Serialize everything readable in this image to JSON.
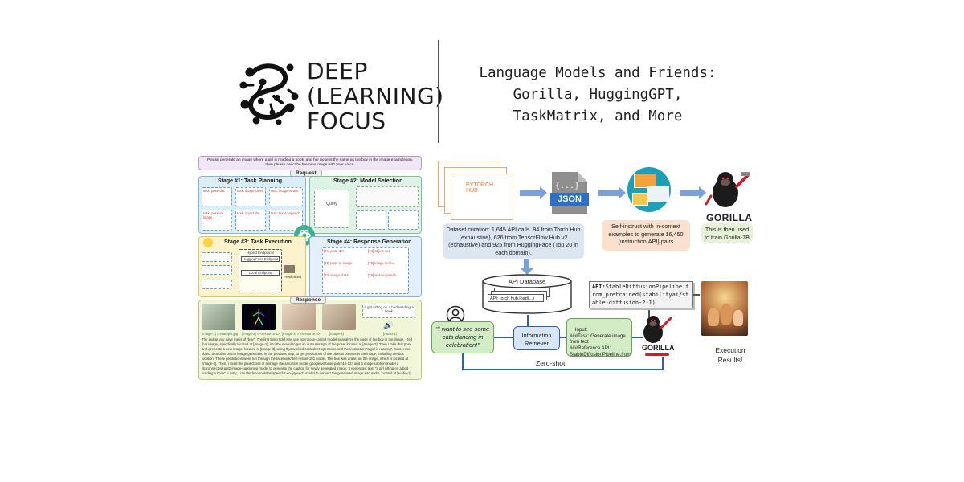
{
  "brand": {
    "line1": "DEEP",
    "line2": "(LEARNING)",
    "line3": "FOCUS"
  },
  "title": {
    "line1": "Language Models and Friends:",
    "line2": "Gorilla, HuggingGPT,",
    "line3": "TaskMatrix, and More"
  },
  "hugginggpt": {
    "prompt": "Please generate an image where a girl is reading a book, and her pose is the same as the boy in the image example.jpg, then please describe the new image with your voice.",
    "request_label": "Request",
    "stage1": "Stage #1: Task Planning",
    "stage2": "Stage #2: Model Selection",
    "stage3": "Stage #3: Task Execution",
    "stage4": "Stage #4: Response Generation",
    "response_label": "Response",
    "t1": "task: pose-det.",
    "t2": "task: image-class.",
    "t3": "task: image-to-text",
    "t4": "task: pose-to-image",
    "t5": "task: object-det.",
    "t6": "task: text-to-speech",
    "query": "Query",
    "hybrid": "Hybrid Endpoints",
    "hf_endpoint": "HuggingFace Endpoint",
    "local_endpoint": "Local Endpoint",
    "predictions": "Predictions",
    "r1": "[T1] pose-det.",
    "r2": "[T2] pose-to-image",
    "r3": "[T3] image-class.",
    "r4": "[T4] object-det.",
    "r5": "[T5] image-to-text",
    "r6": "[T6] text-to-speech",
    "img_captions": [
      "[Image-1] = example.jpg",
      "[Image-2] = <resource-1>",
      "[Image-3] = <resource-2>",
      "[Image-4]",
      "[Audio-1]"
    ],
    "speech": "a girl sitting on a bed reading a book",
    "response_text": "The image you gave me is of \"boy\". The first thing I did was use openpose-control model to analyze the pose of the boy in the image. I fed that image, specifically located at [Image-1], into the model to get an output image of the pose, located at [Image-2]. Then I take that pose and generate a new image, located at [Image-3], using lllyasviel/sd-controlnet-openpose and the instruction \"a girl is reading\". Next, I ran object detection on the image generated in the previous step, to get predictions of the objects present in the image, including the box location. These predictions were run through the facebook/detr-resnet-101 model. The box was drawn on the image, which is located at [Image-4]. Then, I used the predictions of a image classification model google/vit-base-patch16-224 and a image caption model a nlpconnect/vit-gpt2-image-captioning model to generate the caption for newly generated image. It generated text: \"a girl sitting on a bed reading a book\". Lastly, I ran the facebook/fastspeech2-en-ljspeech model to convert the generated image into audio, located at [Audio-1]."
  },
  "gorilla": {
    "doc_hub1": "PYTORCH",
    "doc_hub2": "HUB",
    "json_label": "JSON",
    "gorilla_label": "GORILLA",
    "gorilla_label2": "GORILLA",
    "curation": "Dataset curation: 1,645 API calls. 94 from Torch Hub (exhaustive), 626 from TensorFlow Hub v2 (exhaustive) and 925 from HuggingFace (Top 20 in each domain).",
    "self_instruct": "Self-instruct with in-context examples to generate 16,450 {instruction,API} pairs",
    "train": "This is then used to train Gorilla-7B",
    "api_db": "API Database",
    "api_db_entry": "API: torch.hub.load(...)",
    "user_query": "\"I want to see some cats dancing in celebration!\"",
    "retriever": "Information Retriever",
    "input_text": "Input:\n###Task: Generate image from text\n###Reference API: StableDiffusionPipeline.from_pretrained (...)",
    "api_call_prefix": "API:",
    "api_call": "StableDiffusionPipeline.from_pretrained(stabilityai/stable-diffusion-2-1)",
    "results": "Execution Results!",
    "zero_shot": "Zero-shot",
    "colors": {
      "blue_arrow": "#7aa2d9",
      "curation_bg": "#dce6f3",
      "self_instruct_bg": "#fbe0cd",
      "train_bg": "#e7f3d9",
      "query_bg": "#d3ecc6",
      "retriever_bg": "#d7e5f7",
      "flow_line": "#2e62a8"
    }
  }
}
